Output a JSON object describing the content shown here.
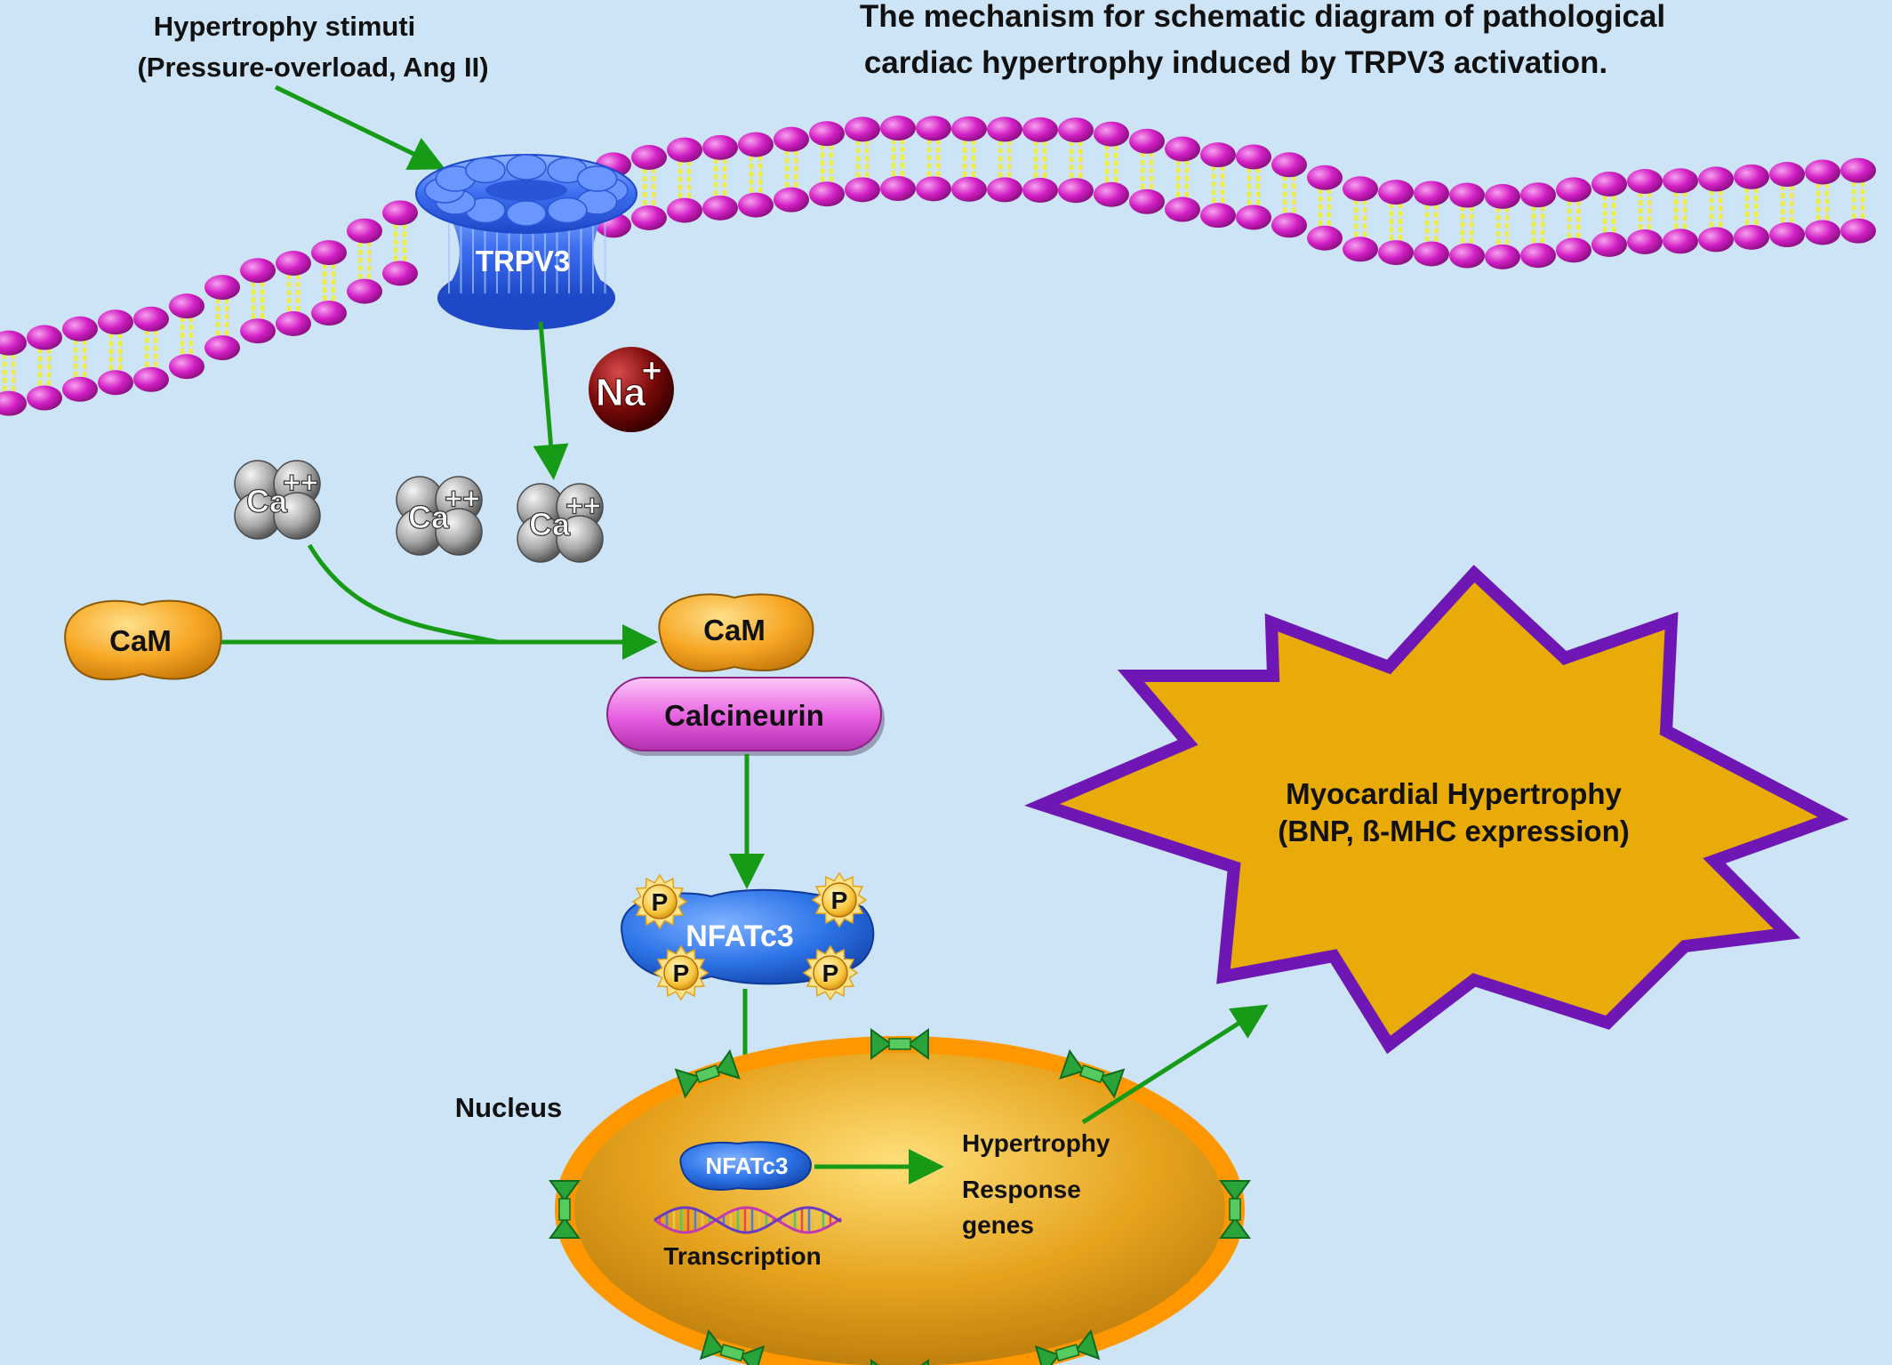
{
  "title": {
    "line1": "The mechanism for schematic diagram of pathological",
    "line2": "cardiac hypertrophy induced by TRPV3 activation."
  },
  "stimuli": {
    "line1": "Hypertrophy stimuti",
    "line2": "(Pressure-overload, Ang II)"
  },
  "channel": {
    "label": "TRPV3"
  },
  "ions": {
    "sodium": {
      "symbol": "Na",
      "charge": "+"
    },
    "calcium": {
      "symbol": "Ca",
      "charge": "++"
    }
  },
  "proteins": {
    "cam_free": "CaM",
    "cam_bound": "CaM",
    "calcineurin": "Calcineurin",
    "nfatc3_cytoplasm": "NFATc3",
    "phosphate": "P",
    "nfatc3_nucleus": "NFATc3"
  },
  "nucleus": {
    "label": "Nucleus",
    "transcription": "Transcription",
    "genes_line1": "Hypertrophy",
    "genes_line2": "Response",
    "genes_line3": "genes"
  },
  "outcome": {
    "line1": "Myocardial Hypertrophy",
    "line2": "(BNP, ß-MHC expression)"
  },
  "colors": {
    "background": "#cde4f7",
    "arrow": "#179b17",
    "lipid_head": "#d21fc4",
    "lipid_tail": "#f4ee2a",
    "channel": "#3d6ef0",
    "cam": "#f6a623",
    "calcineurin": "#e65fe0",
    "nfatc3": "#2d74e8",
    "nucleus_fill": "#e6a41e",
    "nucleus_rim": "#ff9800",
    "starburst_fill": "#e8ab08",
    "starburst_stroke": "#6f17b5",
    "sodium": "#7a0a0a",
    "calcium": "#8d8d8d"
  }
}
